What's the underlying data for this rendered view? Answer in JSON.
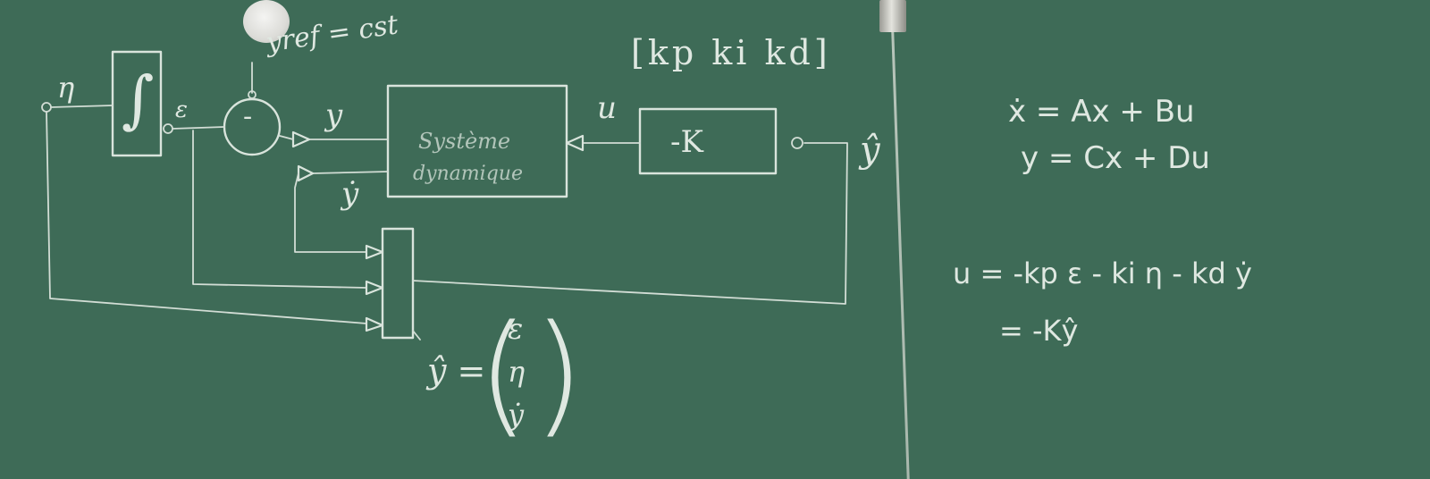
{
  "blackboard": {
    "diagram": {
      "input_label": "η",
      "integrator_symbol": "∫",
      "error_label": "ε",
      "sum_sign": "-",
      "reference_label": "yref = cst",
      "gains_label": "[kp ki kd]",
      "system_block_line1": "Système",
      "system_block_line2": "dynamique",
      "output_label": "y",
      "output_derivative_label": "ẏ",
      "control_label": "u",
      "controller_block_label": "-K",
      "augmented_output_label": "ŷ",
      "vector_lhs": "ŷ =",
      "vector_entries": [
        "ε",
        "η",
        "ẏ"
      ]
    },
    "equations": {
      "state_eq": "ẋ = Ax + Bu",
      "output_eq": "y = Cx + Du",
      "control_law": "u = -kp ε - ki η - kd ẏ",
      "control_law_compact": "= -Kŷ"
    }
  }
}
